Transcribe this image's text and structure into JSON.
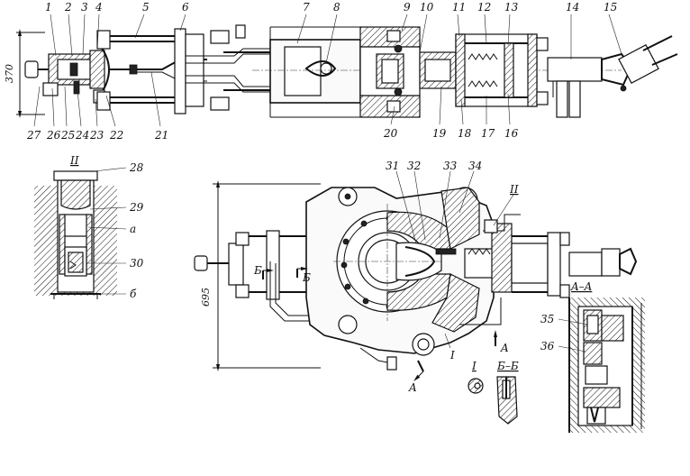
{
  "top_view": {
    "dimension": "370",
    "labels": [
      {
        "id": "1",
        "text": "1"
      },
      {
        "id": "2",
        "text": "2"
      },
      {
        "id": "3",
        "text": "3"
      },
      {
        "id": "4",
        "text": "4"
      },
      {
        "id": "5",
        "text": "5"
      },
      {
        "id": "6",
        "text": "6"
      },
      {
        "id": "7",
        "text": "7"
      },
      {
        "id": "8",
        "text": "8"
      },
      {
        "id": "9",
        "text": "9"
      },
      {
        "id": "10",
        "text": "10"
      },
      {
        "id": "11",
        "text": "11"
      },
      {
        "id": "12",
        "text": "12"
      },
      {
        "id": "13",
        "text": "13"
      },
      {
        "id": "14",
        "text": "14"
      },
      {
        "id": "15",
        "text": "15"
      },
      {
        "id": "16",
        "text": "16"
      },
      {
        "id": "17",
        "text": "17"
      },
      {
        "id": "18",
        "text": "18"
      },
      {
        "id": "19",
        "text": "19"
      },
      {
        "id": "20",
        "text": "20"
      },
      {
        "id": "21",
        "text": "21"
      },
      {
        "id": "22",
        "text": "22"
      },
      {
        "id": "23",
        "text": "23"
      },
      {
        "id": "24",
        "text": "24"
      },
      {
        "id": "25",
        "text": "25"
      },
      {
        "id": "26",
        "text": "26"
      },
      {
        "id": "27",
        "text": "27"
      }
    ]
  },
  "detail_II": {
    "title": "II",
    "labels": [
      {
        "id": "28",
        "text": "28"
      },
      {
        "id": "29",
        "text": "29"
      },
      {
        "id": "a",
        "text": "a"
      },
      {
        "id": "30",
        "text": "30"
      },
      {
        "id": "b",
        "text": "б"
      }
    ]
  },
  "front_view": {
    "dimension": "695",
    "labels": [
      {
        "id": "31",
        "text": "31"
      },
      {
        "id": "32",
        "text": "32"
      },
      {
        "id": "33",
        "text": "33"
      },
      {
        "id": "34",
        "text": "34"
      },
      {
        "id": "II",
        "text": "II"
      },
      {
        "id": "I",
        "text": "I"
      }
    ],
    "section_marks": [
      {
        "id": "B1",
        "text": "Б"
      },
      {
        "id": "B2",
        "text": "Б"
      },
      {
        "id": "A1",
        "text": "A"
      },
      {
        "id": "A2",
        "text": "A"
      }
    ]
  },
  "detail_I": {
    "title": "I"
  },
  "section_BB": {
    "title": "Б–Б"
  },
  "section_AA": {
    "title": "A–A",
    "labels": [
      {
        "id": "35",
        "text": "35"
      },
      {
        "id": "36",
        "text": "36"
      }
    ]
  }
}
